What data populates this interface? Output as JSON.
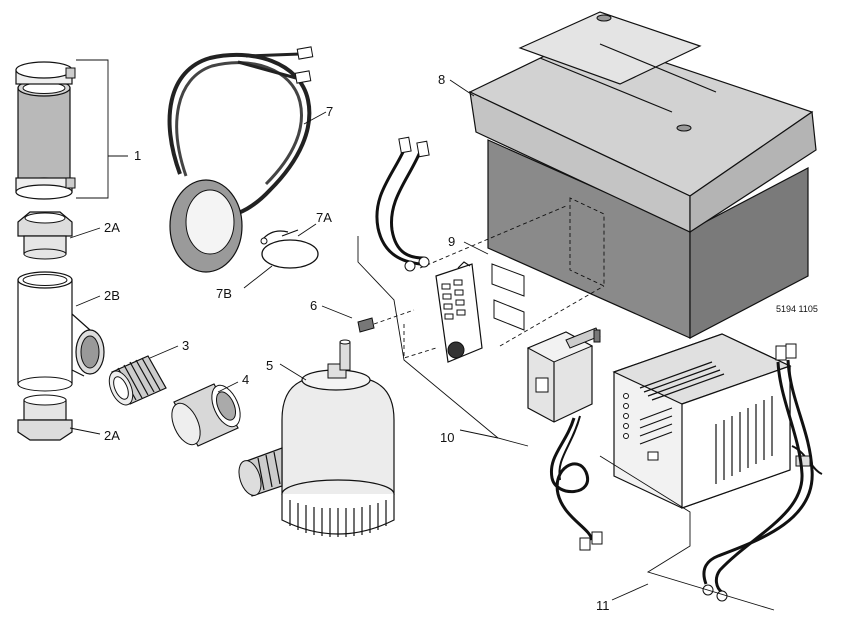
{
  "callouts": {
    "c1": "1",
    "c2a_top": "2A",
    "c2b": "2B",
    "c2a_bottom": "2A",
    "c3": "3",
    "c4": "4",
    "c5": "5",
    "c6": "6",
    "c7": "7",
    "c7a": "7A",
    "c7b": "7B",
    "c8": "8",
    "c9": "9",
    "c10": "10",
    "c11": "11"
  },
  "figure_number": "5194 1105"
}
